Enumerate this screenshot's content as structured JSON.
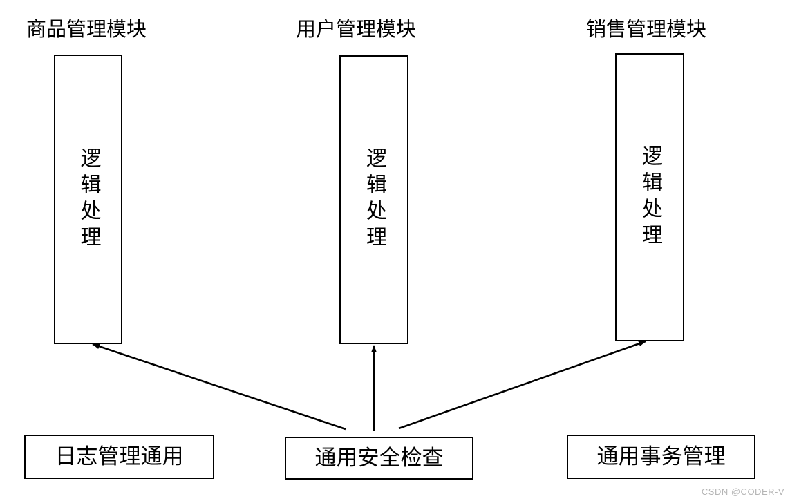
{
  "diagram": {
    "type": "architecture-layer-diagram",
    "background_color": "#ffffff",
    "line_color": "#000000",
    "titles": [
      {
        "label": "商品管理模块"
      },
      {
        "label": "用户管理模块"
      },
      {
        "label": "销售管理模块"
      }
    ],
    "logic_boxes": [
      {
        "label": "逻辑处理"
      },
      {
        "label": "逻辑处理"
      },
      {
        "label": "逻辑处理"
      }
    ],
    "common_boxes": [
      {
        "label": "日志管理通用"
      },
      {
        "label": "通用安全检查"
      },
      {
        "label": "通用事务管理"
      }
    ],
    "arrows": [
      {
        "name": "security-to-product",
        "from": "通用安全检查",
        "to": "商品管理模块"
      },
      {
        "name": "security-to-user",
        "from": "通用安全检查",
        "to": "用户管理模块"
      },
      {
        "name": "security-to-sales",
        "from": "通用安全检查",
        "to": "销售管理模块"
      }
    ]
  },
  "watermark": {
    "text": "CSDN @CODER-V",
    "color": "#b5b5b5"
  }
}
